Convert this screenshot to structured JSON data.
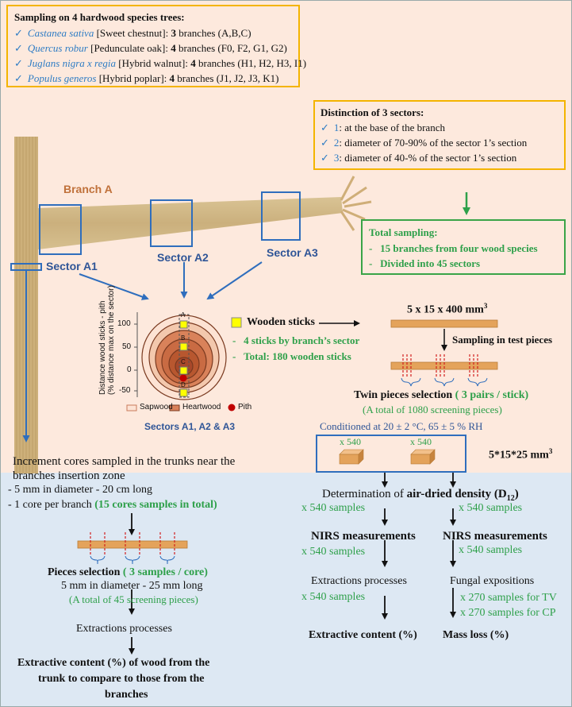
{
  "species_box": {
    "title": "Sampling on 4 hardwood species trees:",
    "items": [
      {
        "latin": "Castanea sativa",
        "common": "[Sweet chestnut]: ",
        "count": "3",
        "rest": " branches (A,B,C)"
      },
      {
        "latin": "Quercus robur",
        "common": "[Pedunculate oak]: ",
        "count": "4",
        "rest": " branches (F0, F2, G1, G2)"
      },
      {
        "latin": "Juglans nigra x regia",
        "common": "[Hybrid walnut]: ",
        "count": "4",
        "rest": " branches (H1, H2, H3, I1)"
      },
      {
        "latin": "Populus generos",
        "common": "[Hybrid poplar]: ",
        "count": "4",
        "rest": " branches (J1, J2, J3, K1)"
      }
    ]
  },
  "sectors_box": {
    "title": "Distinction of 3 sectors:",
    "items": [
      {
        "num": "1",
        "text": ": at the base of the branch"
      },
      {
        "num": "2",
        "text": ": diameter of 70-90% of the sector 1’s section"
      },
      {
        "num": "3",
        "text": ": diameter of 40-% of the sector 1’s section"
      }
    ]
  },
  "total_box": {
    "title": "Total sampling:",
    "items": [
      "15 branches from four wood species",
      "Divided into 45 sectors"
    ]
  },
  "branch": {
    "label": "Branch A",
    "sector_a1": "Sector A1",
    "sector_a2": "Sector A2",
    "sector_a3": "Sector A3"
  },
  "cross_section": {
    "ylabel_line1": "Distance wood sticks - pith",
    "ylabel_line2": "(% distance max on the sector)",
    "ticks": [
      "100",
      "50",
      "0",
      "-50"
    ],
    "point_labels": [
      "A",
      "B",
      "C",
      "D"
    ],
    "legend_sapwood": "Sapwood",
    "legend_heartwood": "Heartwood",
    "legend_pith": "Pith",
    "caption": "Sectors A1, A2 & A3",
    "wooden_sticks": "Wooden sticks",
    "sticks_by_sector": "4 sticks by branch’s sector",
    "total_sticks": "Total: 180 wooden sticks"
  },
  "stick": {
    "dims_prefix": "5 x 15 x 400 mm",
    "dims_sup": "3",
    "sampling": "Sampling in test pieces",
    "twin_title": "Twin pieces selection",
    "twin_suffix": " ( 3 pairs / stick)",
    "twin_total": "(A total of 1080 screening pieces)",
    "conditioned": "Conditioned at  20 ± 2 °C, 65 ± 5 % RH",
    "x540_left": "x 540",
    "x540_right": "x 540",
    "small_dims": "5*15*25 mm",
    "small_dims_sup": "3"
  },
  "trunk": {
    "intro_line1": "Increment cores sampled in the trunks near the",
    "intro_line2": "branches insertion zone",
    "spec1": "- 5 mm in diameter - 20 cm long",
    "spec2_prefix": "- 1 core per branch ",
    "spec2_green": "(15 cores samples in total)",
    "pieces_title": "Pieces selection",
    "pieces_suffix": " ( 3 samples / core)",
    "pieces_dims": "5 mm in diameter - 25 mm long",
    "pieces_total": "(A total of 45 screening pieces)",
    "extractions": "Extractions processes",
    "result_line1": "Extractive content (%) of wood from the",
    "result_line2": "trunk to compare to those from the",
    "result_line3": "branches"
  },
  "flow": {
    "density_prefix": "Determination of ",
    "density_bold": "air-dried density (D",
    "density_sub": "12",
    "density_close": ")",
    "x540_a": "x 540 samples",
    "x540_b": "x 540 samples",
    "nirs_left": "NIRS measurements",
    "nirs_right": "NIRS measurements",
    "x540_c": "x 540 samples",
    "x540_d": "x 540 samples",
    "extractions": "Extractions processes",
    "fungal": "Fungal expositions",
    "x540_e": "x 540 samples",
    "x270_tv": "x 270 samples for TV",
    "x270_cp": "x 270 samples for CP",
    "extractive_result": "Extractive content (%)",
    "mass_loss": "Mass loss (%)"
  },
  "colors": {
    "top_background": "#fde9dd",
    "bottom_background": "#dde8f3",
    "orange_border": "#f4b400",
    "green_border": "#3aa447",
    "blue_border": "#2f6ebd",
    "stick_wood": "#e4a35b",
    "red_dashes": "#d21f1f"
  }
}
